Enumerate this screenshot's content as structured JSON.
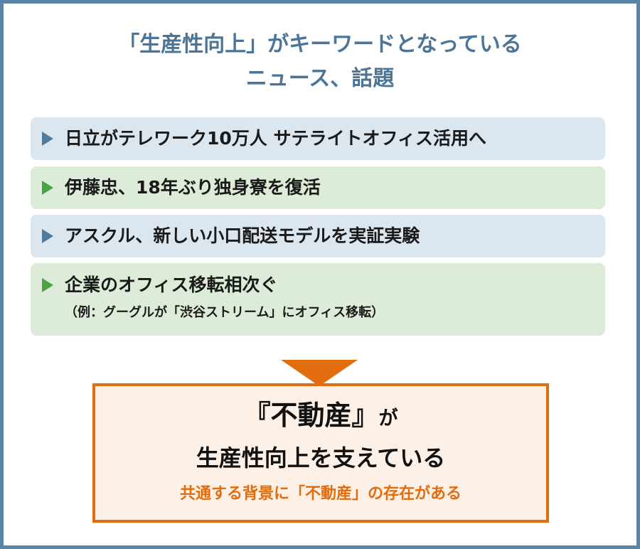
{
  "title": {
    "line1": "「生産性向上」がキーワードとなっている",
    "line2": "ニュース、話題"
  },
  "items": [
    {
      "text": "日立がテレワーク10万人 サテライトオフィス活用へ",
      "color": "blue"
    },
    {
      "text": "伊藤忠、18年ぶり独身寮を復活",
      "color": "green"
    },
    {
      "text": "アスクル、新しい小口配送モデルを実証実験",
      "color": "blue"
    },
    {
      "text": "企業のオフィス移転相次ぐ",
      "sub": "（例：グーグルが「渋谷ストリーム」にオフィス移転）",
      "color": "green"
    }
  ],
  "result": {
    "keyword": "『不動産』",
    "particle": "が",
    "line2": "生産性向上を支えている",
    "line3": "共通する背景に「不動産」の存在がある"
  },
  "colors": {
    "frame": "#5a83a6",
    "title": "#4b7598",
    "blue_bg": "#dbe6ef",
    "green_bg": "#dcecd8",
    "blue_marker": "#4f7ba1",
    "green_marker": "#4aa243",
    "accent_orange": "#e26d0e",
    "result_bg": "#fdf0e6"
  },
  "icons": {
    "item_marker": "triangle-right-icon",
    "flow_arrow": "triangle-down-arrow"
  }
}
